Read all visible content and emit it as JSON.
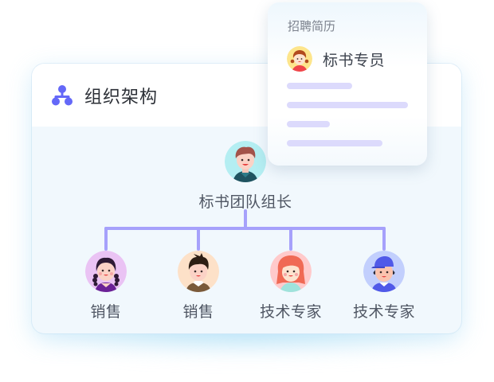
{
  "org_chart": {
    "title": "组织架构",
    "icon": "org-structure-icon",
    "accent_color": "#6468f8",
    "connector_color": "#a6a1fb",
    "leader": {
      "label": "标书团队组长",
      "avatar": "male-avatar-brown-hair",
      "avatar_bg": "#b4eef2"
    },
    "members": [
      {
        "label": "销售",
        "avatar": "female-avatar-braids",
        "avatar_bg": "#eac3f4"
      },
      {
        "label": "销售",
        "avatar": "male-avatar-spiky-hair",
        "avatar_bg": "#fde1c8"
      },
      {
        "label": "技术专家",
        "avatar": "female-avatar-red-hair",
        "avatar_bg": "#ffcacb"
      },
      {
        "label": "技术专家",
        "avatar": "male-avatar-blue-cap",
        "avatar_bg": "#c2cffd"
      }
    ]
  },
  "resume_card": {
    "title": "招聘简历",
    "name": "标书专员",
    "avatar": "female-avatar-pigtails",
    "avatar_bg": "#fde58c",
    "placeholder_lines": 4,
    "line_color": "#dcdafc"
  }
}
